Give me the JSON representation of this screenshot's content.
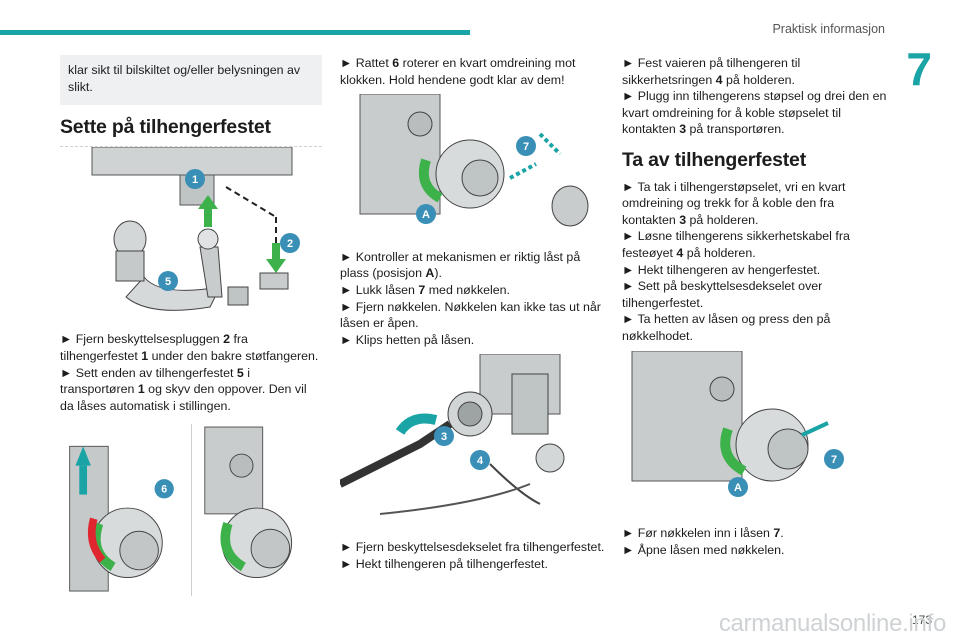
{
  "header": {
    "title": "Praktisk informasjon",
    "chapter": "7",
    "page_number": "173"
  },
  "watermark": "carmanualsonline.info",
  "col1": {
    "note": "klar sikt til bilskiltet og/eller belysningen av slikt.",
    "heading": "Sette på tilhengerfestet",
    "steps": [
      [
        "► Fjern beskyttelsespluggen ",
        "2",
        " fra tilhengerfestet ",
        "1",
        " under den bakre støtfangeren."
      ],
      [
        "► Sett enden av tilhengerfestet ",
        "5",
        " i transportøren ",
        "1",
        " og skyv den oppover. Den vil da låses automatisk i stillingen."
      ]
    ],
    "fig1_labels": [
      "1",
      "2",
      "5"
    ],
    "fig2_labels": [
      "6"
    ]
  },
  "col2": {
    "intro": [
      "► Rattet ",
      "6",
      " roterer en kvart omdreining mot klokken. Hold hendene godt klar av dem!"
    ],
    "fig1_labels": [
      "7",
      "A"
    ],
    "steps": [
      [
        "► Kontroller at mekanismen er riktig låst på plass (posisjon ",
        "A",
        ")."
      ],
      [
        "► Lukk låsen ",
        "7",
        " med nøkkelen."
      ],
      [
        "► Fjern nøkkelen. Nøkkelen kan ikke tas ut når låsen er åpen."
      ],
      [
        "► Klips hetten på låsen."
      ]
    ],
    "fig2_labels": [
      "3",
      "4"
    ],
    "steps2": [
      [
        "► Fjern beskyttelsesdekselet fra tilhengerfestet."
      ],
      [
        "► Hekt tilhengeren på tilhengerfestet."
      ]
    ]
  },
  "col3": {
    "steps": [
      [
        "► Fest vaieren på tilhengeren til sikkerhetsringen ",
        "4",
        " på holderen."
      ],
      [
        "► Plugg inn tilhengerens støpsel og drei den en kvart omdreining for å koble støpselet til kontakten ",
        "3",
        " på transportøren."
      ]
    ],
    "heading": "Ta av tilhengerfestet",
    "steps2": [
      [
        "► Ta tak i tilhengerstøpselet, vri en kvart omdreining og trekk for å koble den fra kontakten ",
        "3",
        " på holderen."
      ],
      [
        "► Løsne tilhengerens sikkerhetskabel fra festeøyet ",
        "4",
        " på holderen."
      ],
      [
        "► Hekt tilhengeren av hengerfestet."
      ],
      [
        "► Sett på beskyttelsesdekselet over tilhengerfestet."
      ],
      [
        "► Ta hetten av låsen og press den på nøkkelhodet."
      ]
    ],
    "fig_labels": [
      "7",
      "A"
    ],
    "steps3": [
      [
        "► Før nøkkelen inn i låsen ",
        "7",
        "."
      ],
      [
        "► Åpne låsen med nøkkelen."
      ]
    ]
  },
  "colors": {
    "accent": "#1aa4a6",
    "badge": "#3a8fb7",
    "green": "#3db24a",
    "red": "#e0262e"
  }
}
